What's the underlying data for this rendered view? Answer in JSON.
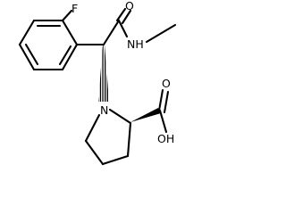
{
  "molecule": {
    "atoms": {
      "fluorine": "F",
      "carbonyl_oxygen": "O",
      "amide_nitrogen": "NH",
      "ring_nitrogen": "N",
      "acid_oxygen": "O",
      "hydroxyl": "OH"
    }
  },
  "colors": {
    "bond": "#000000",
    "label": "#000000",
    "background": "#ffffff"
  }
}
